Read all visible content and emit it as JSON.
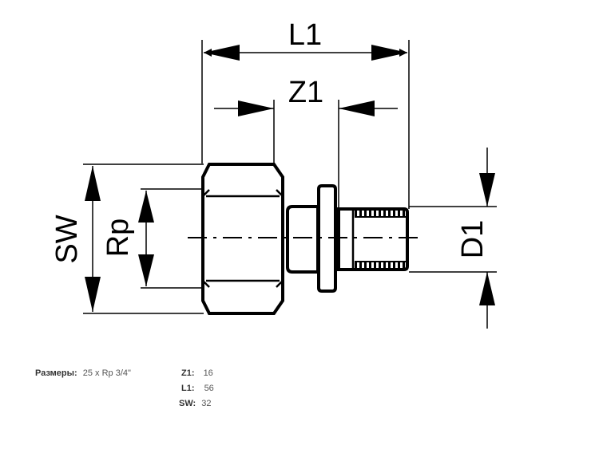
{
  "drawing": {
    "labels": {
      "l1": "L1",
      "z1": "Z1",
      "sw": "SW",
      "rp": "Rp",
      "d1": "D1"
    }
  },
  "specs": {
    "size_label": "Размеры:",
    "size_value": "25 x Rp 3/4\"",
    "rows": [
      {
        "key": "Z1:",
        "value": "16"
      },
      {
        "key": "L1:",
        "value": "56"
      },
      {
        "key": "SW:",
        "value": "32"
      }
    ]
  }
}
